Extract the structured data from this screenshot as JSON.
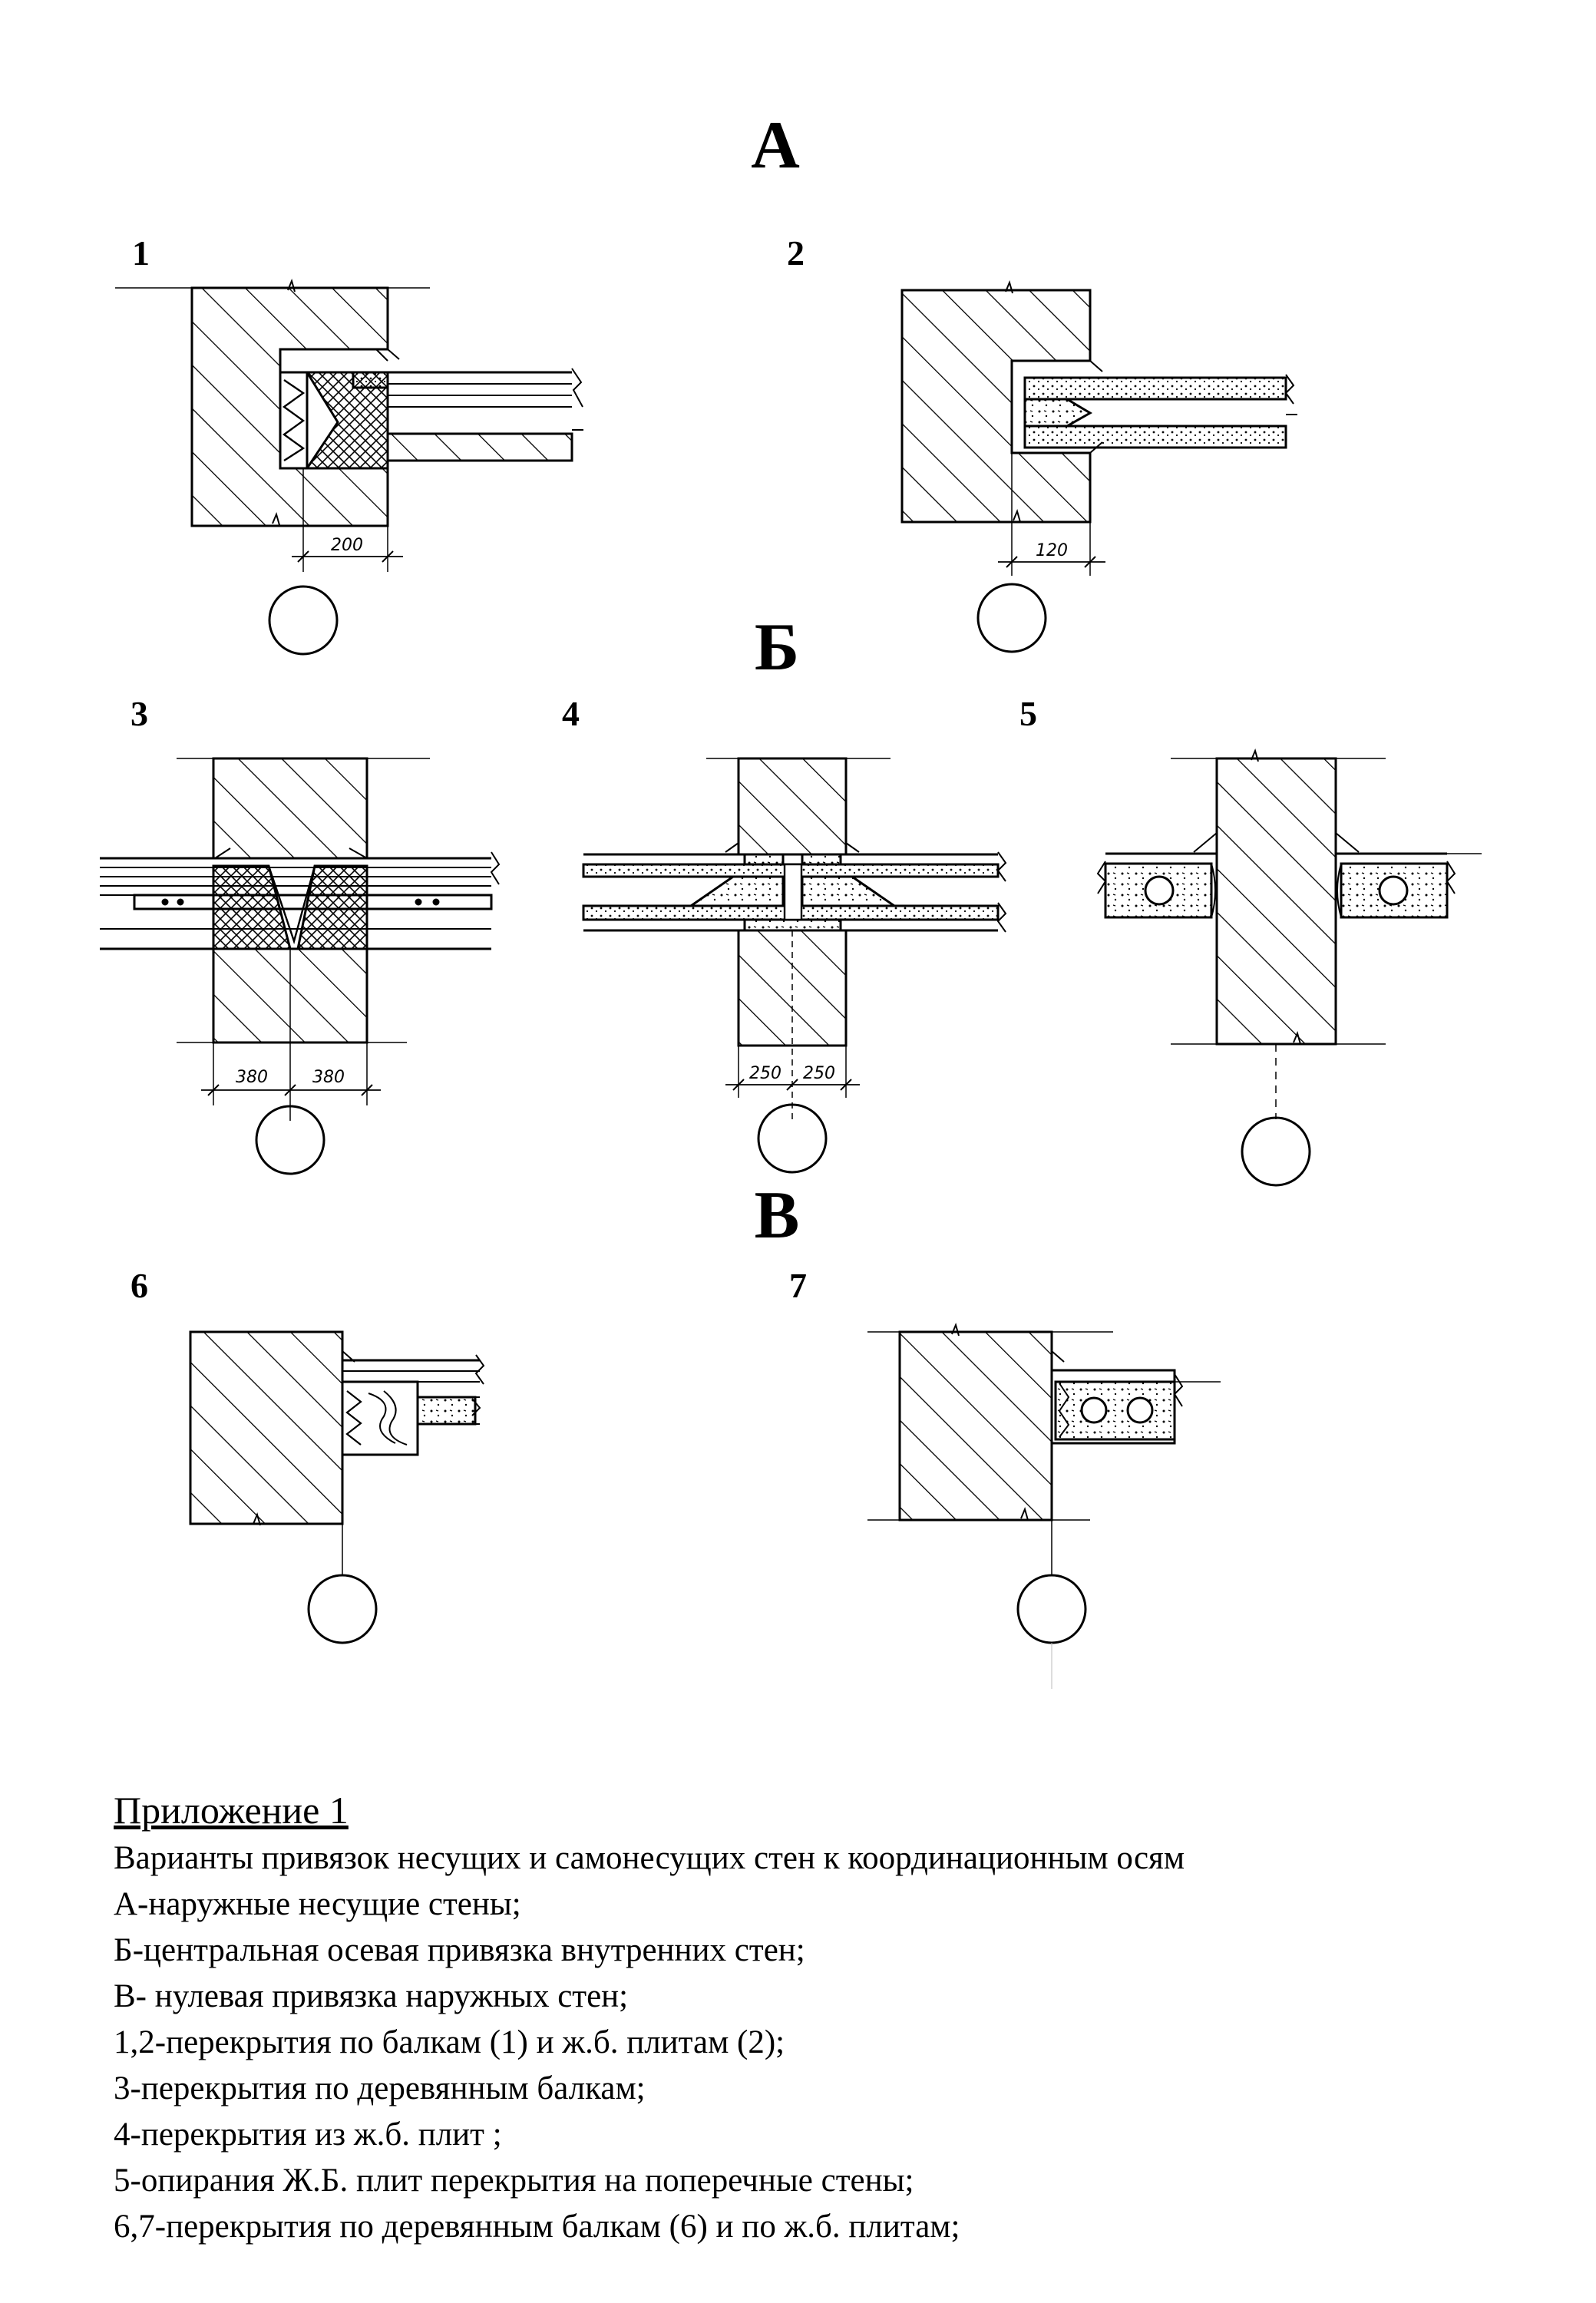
{
  "sections": {
    "a": "А",
    "b": "Б",
    "v": "В"
  },
  "figures": {
    "f1": "1",
    "f2": "2",
    "f3": "3",
    "f4": "4",
    "f5": "5",
    "f6": "6",
    "f7": "7"
  },
  "dimensions": {
    "f1": "200",
    "f2": "120",
    "f3_left": "380",
    "f3_right": "380",
    "f4_left": "250",
    "f4_right": "250"
  },
  "caption": {
    "title": "Приложение 1",
    "lines": [
      "Варианты привязок несущих и самонесущих стен к координационным осям",
      "А-наружные несущие стены;",
      "Б-центральная осевая привязка внутренних стен;",
      "В- нулевая привязка наружных стен;",
      "1,2-перекрытия по балкам (1) и ж.б. плитам (2);",
      "3-перекрытия по деревянным балкам;",
      "4-перекрытия из ж.б. плит ;",
      "5-опирания Ж.Б. плит перекрытия на поперечные стены;",
      "6,7-перекрытия по деревянным балкам (6) и по ж.б. плитам;"
    ]
  }
}
